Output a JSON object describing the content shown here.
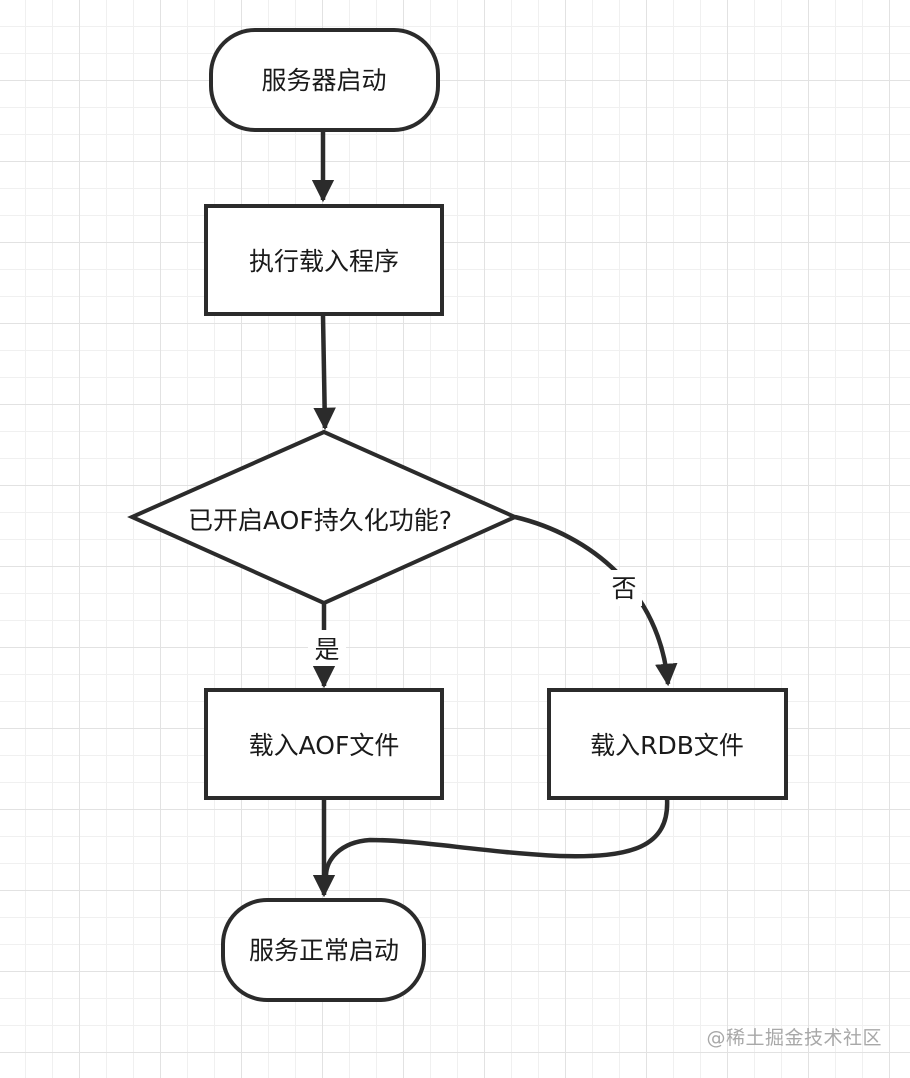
{
  "nodes": {
    "start": "服务器启动",
    "load_program": "执行载入程序",
    "decision": "已开启AOF持久化功能?",
    "load_aof": "载入AOF文件",
    "load_rdb": "载入RDB文件",
    "end": "服务正常启动"
  },
  "edges": {
    "yes_label": "是",
    "no_label": "否"
  },
  "watermark": "@稀土掘金技术社区"
}
